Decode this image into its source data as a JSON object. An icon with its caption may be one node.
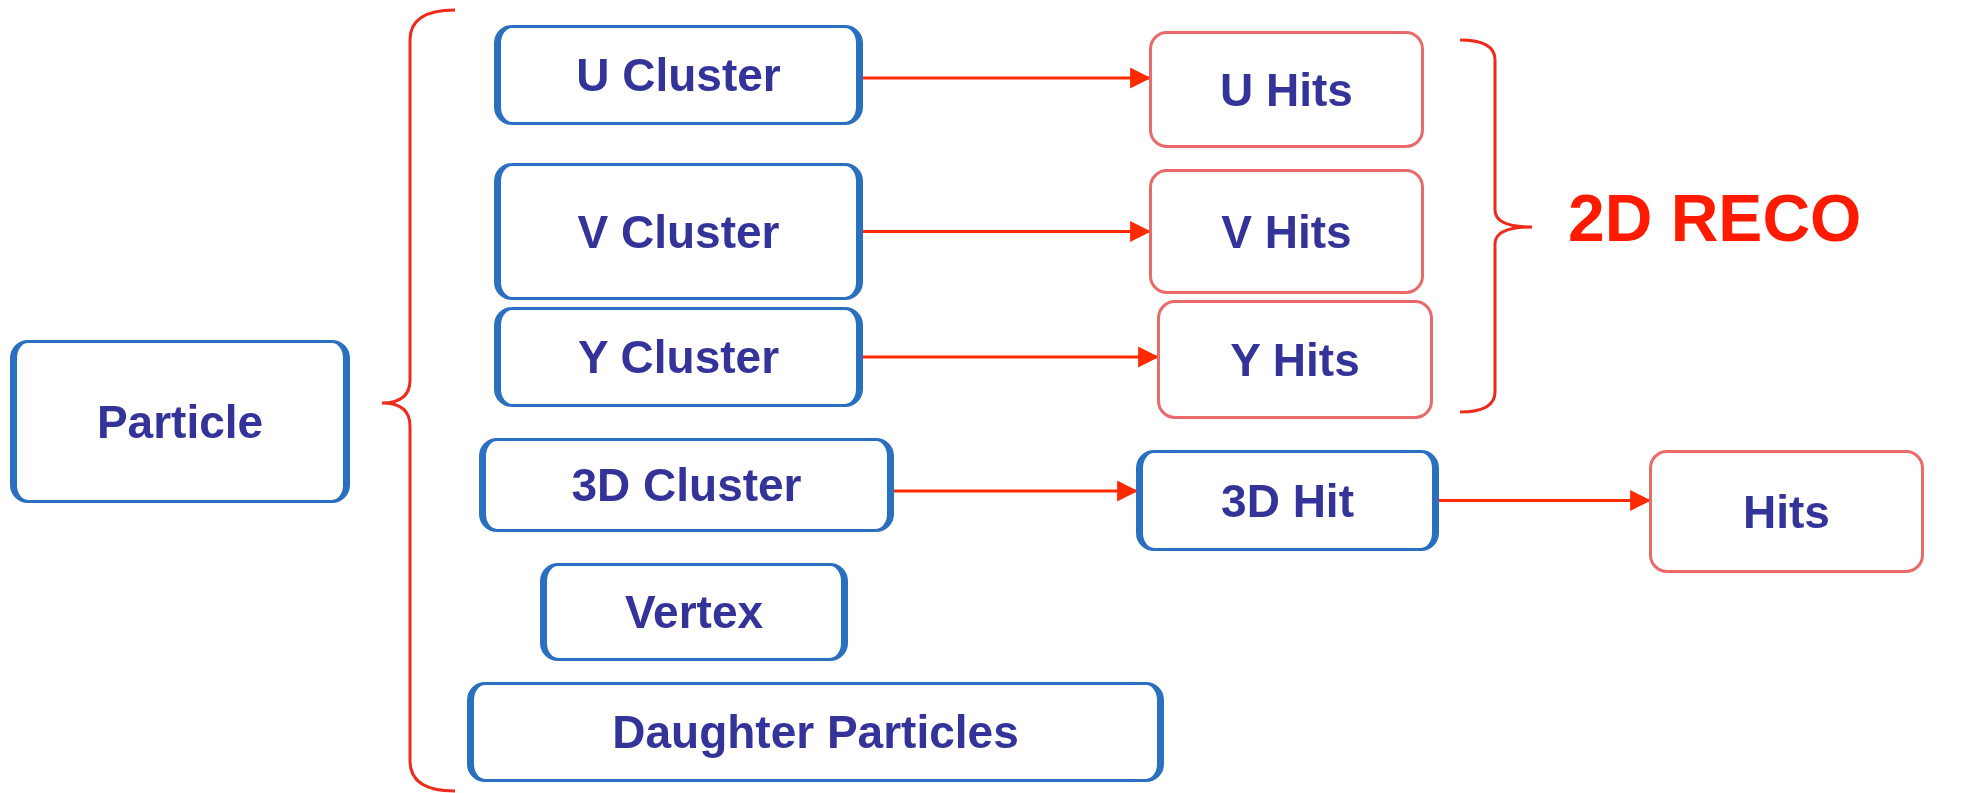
{
  "diagram": {
    "nodes": [
      {
        "text": [
          "Particle"
        ]
      },
      {
        "text": [
          "U Cluster"
        ]
      },
      {
        "text": [
          "V Cluster"
        ]
      },
      {
        "text": [
          "Y Cluster"
        ]
      },
      {
        "text": [
          "3D Cluster"
        ]
      },
      {
        "text": [
          "Vertex"
        ]
      },
      {
        "text": [
          "Daughter Particles"
        ]
      },
      {
        "text": [
          "U Hits"
        ]
      },
      {
        "text": [
          "V Hits"
        ]
      },
      {
        "text": [
          "Y Hits"
        ]
      },
      {
        "text": [
          "3D Hit"
        ]
      },
      {
        "text": [
          "Hits"
        ]
      }
    ],
    "edges": [
      {
        "from": 1,
        "to": 7,
        "arrow": "to"
      },
      {
        "from": 2,
        "to": 8,
        "arrow": "to"
      },
      {
        "from": 3,
        "to": 9,
        "arrow": "to"
      },
      {
        "from": 4,
        "to": 10,
        "arrow": "to"
      },
      {
        "from": 10,
        "to": 11,
        "arrow": "to"
      }
    ],
    "labels": [
      "2D RECO"
    ]
  }
}
